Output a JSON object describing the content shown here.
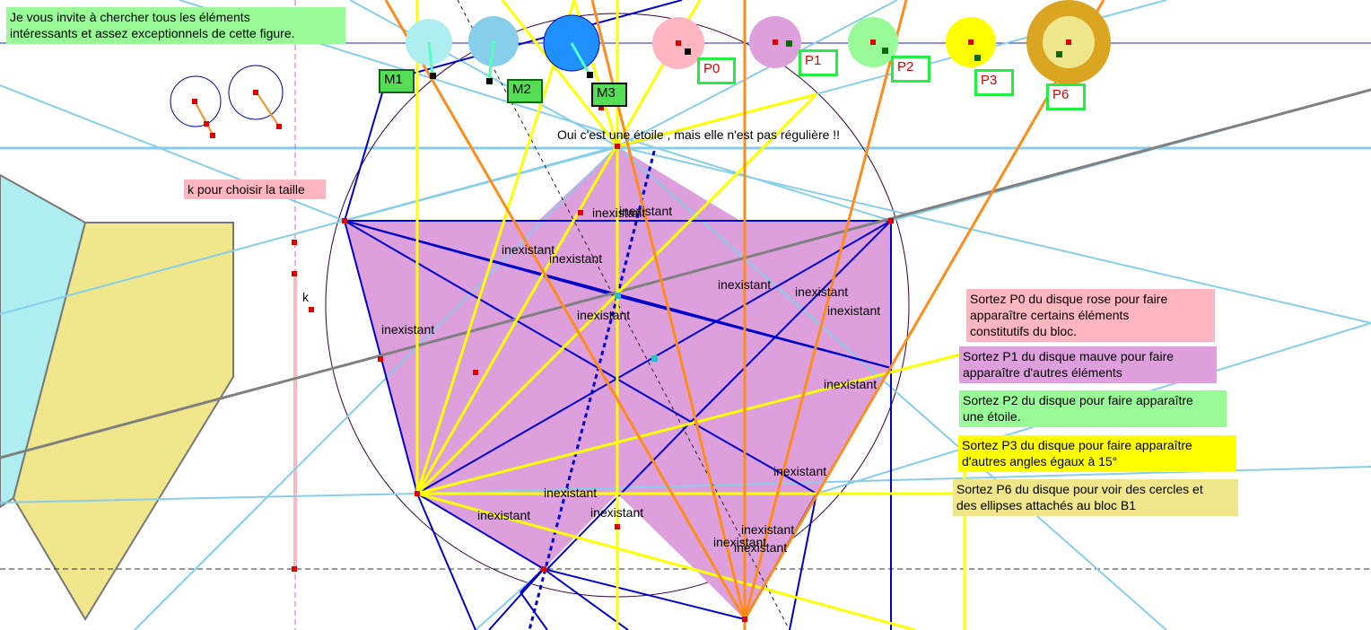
{
  "notes": {
    "intro": "Je vous invite à chercher tous les éléments\nintéressants et assez exceptionnels de cette figure.",
    "size_hint": "k pour choisir la taille",
    "star": "Oui c'est une étoile , mais elle n'est pas régulière !!",
    "p0": "Sortez P0 du disque rose pour faire\napparaître certains éléments\nconstitutifs du bloc.",
    "p1": "Sortez P1 du disque mauve pour faire\napparaître d'autres éléments",
    "p2": "Sortez P2 du disque pour faire apparaître\nune étoile.",
    "p3": "Sortez P3 du disque pour faire apparaître\nd'autres angles égaux à 15°",
    "p6": "Sortez P6 du disque pour voir des cercles et\ndes ellipses attachés au bloc B1"
  },
  "point_tags": [
    "P0",
    "P1",
    "P2",
    "P3",
    "P6"
  ],
  "macro_tags": [
    "M1",
    "M2",
    "M3"
  ],
  "k_label": "k",
  "placeholder_word": "inexistant",
  "colors": {
    "pink": "#ffb6c1",
    "mauve": "#dda0dd",
    "green": "#98fb98",
    "yellow": "#ffff00",
    "khaki": "#f0e68c",
    "sky": "#87ceeb",
    "navy": "#0000cc",
    "orange": "#ff8c1a"
  }
}
